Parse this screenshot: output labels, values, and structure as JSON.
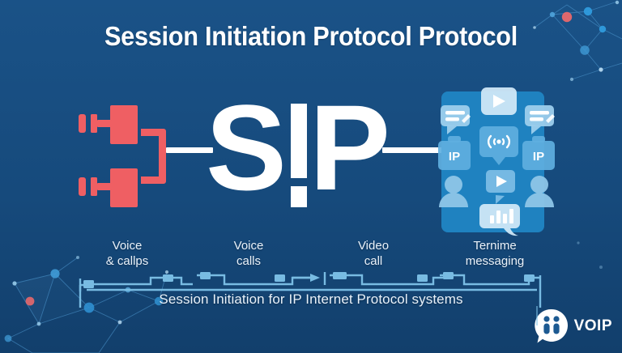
{
  "page": {
    "title": "Session Initiation Protocol Protocol",
    "caption": "Session Initiation for IP Internet Protocol systems",
    "center_logo": "SIP"
  },
  "colors": {
    "background": "#164a7c",
    "panel_blue": "#1f82c0",
    "device_red": "#ef5f63",
    "accent_light": "#7ec2e8",
    "text_white": "#ffffff",
    "node_blue": "#2f86c8",
    "node_red": "#e8686b"
  },
  "columns": [
    {
      "line1": "Voice",
      "line2": "& callps"
    },
    {
      "line1": "Voice",
      "line2": "calls"
    },
    {
      "line1": "Video",
      "line2": "call"
    },
    {
      "line1": "Ternime",
      "line2": "messaging"
    }
  ],
  "panel_icons": [
    {
      "name": "play-icon",
      "label": ""
    },
    {
      "name": "chat-bubble-left-icon",
      "label": ""
    },
    {
      "name": "chat-bubble-right-icon",
      "label": ""
    },
    {
      "name": "ip-tag-left-icon",
      "label": "IP"
    },
    {
      "name": "ip-tag-right-icon",
      "label": "IP"
    },
    {
      "name": "wifi-signal-icon",
      "label": ""
    },
    {
      "name": "play-bubble-icon",
      "label": ""
    },
    {
      "name": "person-left-icon",
      "label": ""
    },
    {
      "name": "person-right-icon",
      "label": ""
    },
    {
      "name": "bar-chart-bubble-icon",
      "label": ""
    }
  ],
  "brand": {
    "word": "VOIP",
    "mark": "speech-bubble-people-icon"
  }
}
